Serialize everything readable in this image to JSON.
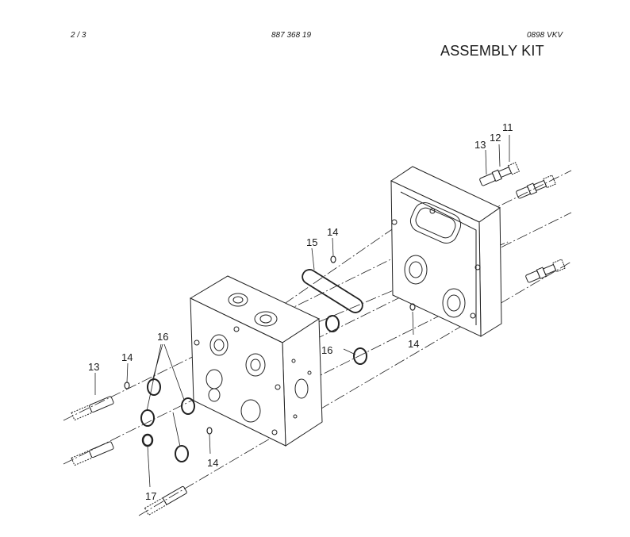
{
  "header": {
    "page": "2 / 3",
    "doc_number": "887 368 19",
    "revision": "0898  VKV",
    "title": "ASSEMBLY KIT"
  },
  "part_labels": {
    "p11": "11",
    "p12": "12",
    "p13_top": "13",
    "p14_top": "14",
    "p15": "15",
    "p16_right": "16",
    "p14_right": "14",
    "p16_left": "16",
    "p14_left": "14",
    "p13_left": "13",
    "p14_bottom": "14",
    "p17": "17"
  }
}
